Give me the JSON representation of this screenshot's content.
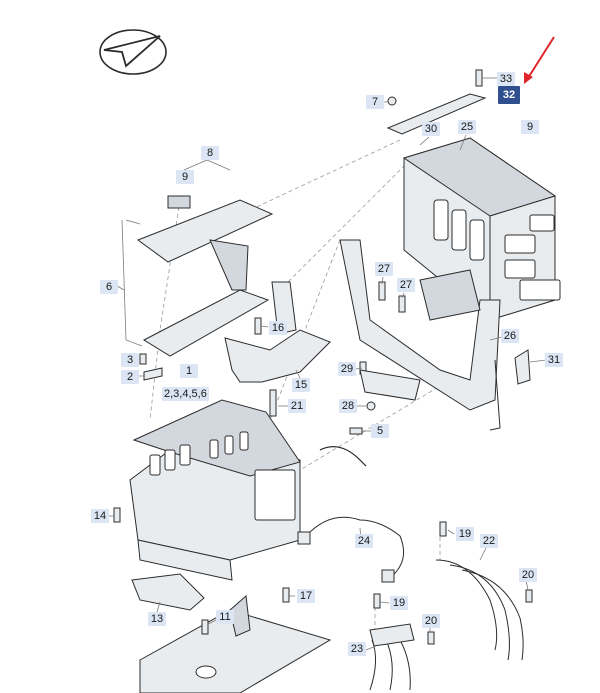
{
  "diagram": {
    "arrow_color": "#e0262b",
    "callout_bg": "#dbe5f3",
    "selected_bg": "#2f4f8f",
    "selected_part": "32",
    "callouts": [
      {
        "id": "c1",
        "label": "1"
      },
      {
        "id": "c2",
        "label": "2"
      },
      {
        "id": "c2345",
        "label": "2,3,4,5,6"
      },
      {
        "id": "c3",
        "label": "3"
      },
      {
        "id": "c5",
        "label": "5"
      },
      {
        "id": "c6",
        "label": "6"
      },
      {
        "id": "c7",
        "label": "7"
      },
      {
        "id": "c8",
        "label": "8"
      },
      {
        "id": "c9a",
        "label": "9"
      },
      {
        "id": "c9b",
        "label": "9"
      },
      {
        "id": "c11",
        "label": "11"
      },
      {
        "id": "c13",
        "label": "13"
      },
      {
        "id": "c14",
        "label": "14"
      },
      {
        "id": "c15",
        "label": "15"
      },
      {
        "id": "c16",
        "label": "16"
      },
      {
        "id": "c17",
        "label": "17"
      },
      {
        "id": "c19a",
        "label": "19"
      },
      {
        "id": "c19b",
        "label": "19"
      },
      {
        "id": "c20a",
        "label": "20"
      },
      {
        "id": "c20b",
        "label": "20"
      },
      {
        "id": "c21",
        "label": "21"
      },
      {
        "id": "c22",
        "label": "22"
      },
      {
        "id": "c23",
        "label": "23"
      },
      {
        "id": "c24",
        "label": "24"
      },
      {
        "id": "c25",
        "label": "25"
      },
      {
        "id": "c26",
        "label": "26"
      },
      {
        "id": "c27a",
        "label": "27"
      },
      {
        "id": "c27b",
        "label": "27"
      },
      {
        "id": "c28",
        "label": "28"
      },
      {
        "id": "c29",
        "label": "29"
      },
      {
        "id": "c30",
        "label": "30"
      },
      {
        "id": "c31",
        "label": "31"
      },
      {
        "id": "c32",
        "label": "32"
      },
      {
        "id": "c33",
        "label": "33"
      }
    ]
  }
}
